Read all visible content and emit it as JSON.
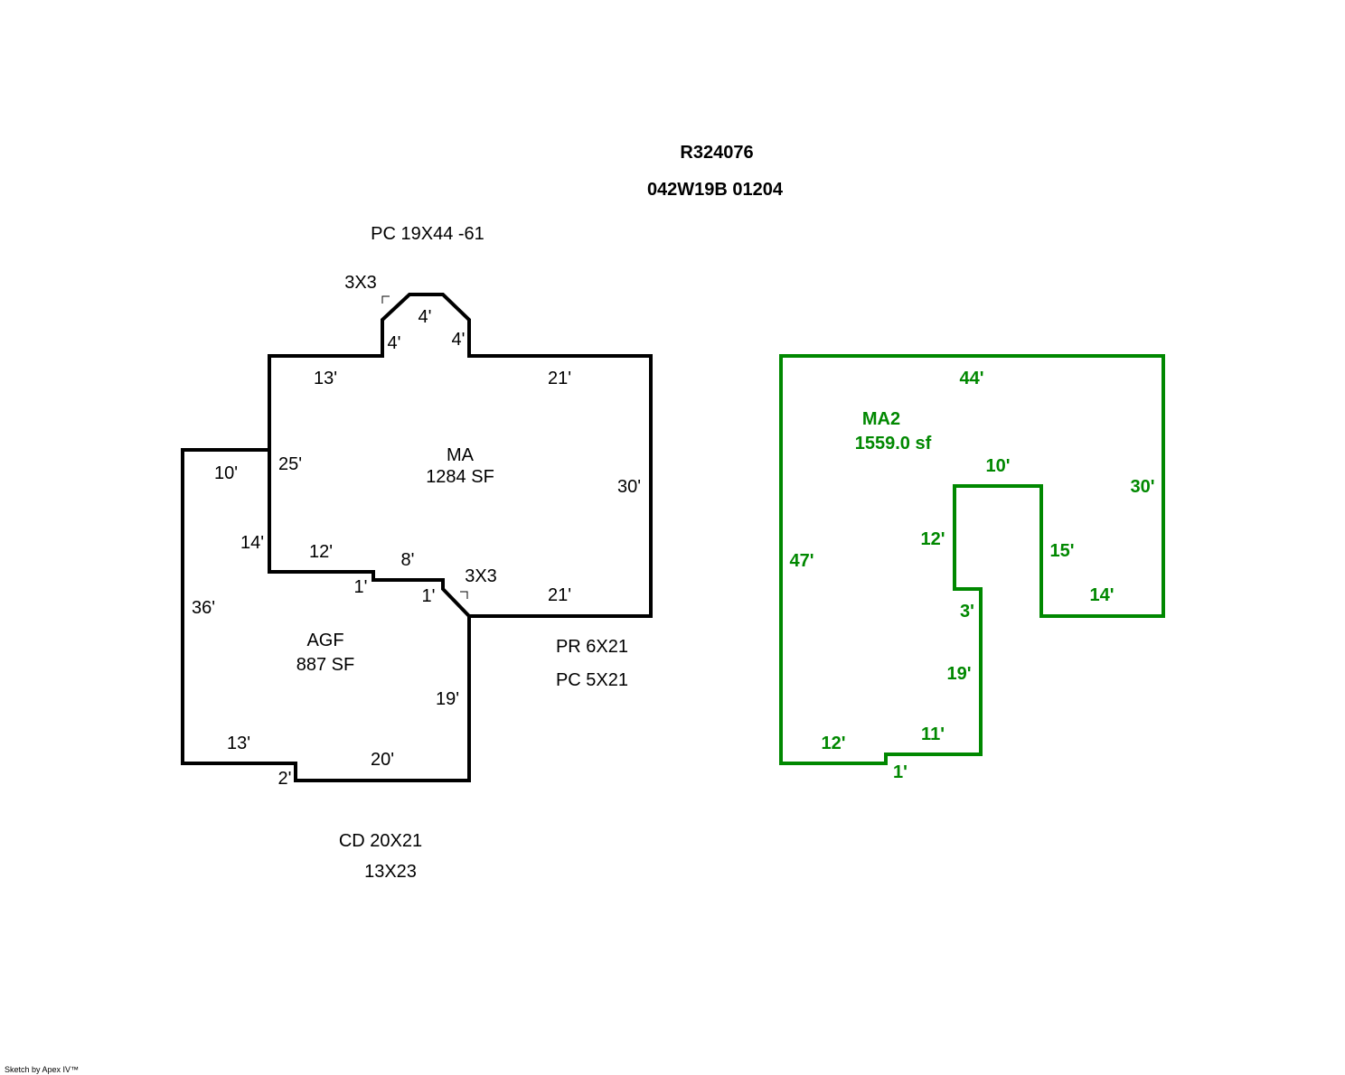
{
  "header": {
    "id": "R324076",
    "parcel": "042W19B 01204"
  },
  "colors": {
    "main": "#000000",
    "ma2": "#008800"
  },
  "notes": {
    "pc_top": "PC 19X44 -61",
    "bay_top": "3X3",
    "bay_bottom": "3X3",
    "pr": "PR 6X21",
    "pc": "PC 5X21",
    "cd1": "CD 20X21",
    "cd2": "13X23"
  },
  "ma": {
    "name": "MA",
    "area": "1284 SF",
    "dims": {
      "top_left": "13'",
      "bay_left": "4'",
      "bay_top": "4'",
      "bay_right": "4'",
      "top_right": "21'",
      "right": "30'",
      "bottom_right": "21'",
      "step1": "1'",
      "step2": "1'",
      "mid": "8'",
      "bottom_left": "12'",
      "left": "25'"
    }
  },
  "agf": {
    "name": "AGF",
    "area": "887 SF",
    "dims": {
      "top": "10'",
      "inner": "14'",
      "left": "36'",
      "bottom_left": "13'",
      "step": "2'",
      "bottom": "20'",
      "right": "19'"
    }
  },
  "ma2": {
    "name": "MA2",
    "area": "1559.0 sf",
    "dims": {
      "top": "44'",
      "right": "30'",
      "bottom_right": "14'",
      "inner_right": "15'",
      "inner_top": "10'",
      "inner_left": "12'",
      "step": "3'",
      "lower_right": "19'",
      "lower_bottom": "11'",
      "notch": "1'",
      "bottom": "12'",
      "left": "47'"
    }
  },
  "footer": "Sketch by Apex IV™"
}
